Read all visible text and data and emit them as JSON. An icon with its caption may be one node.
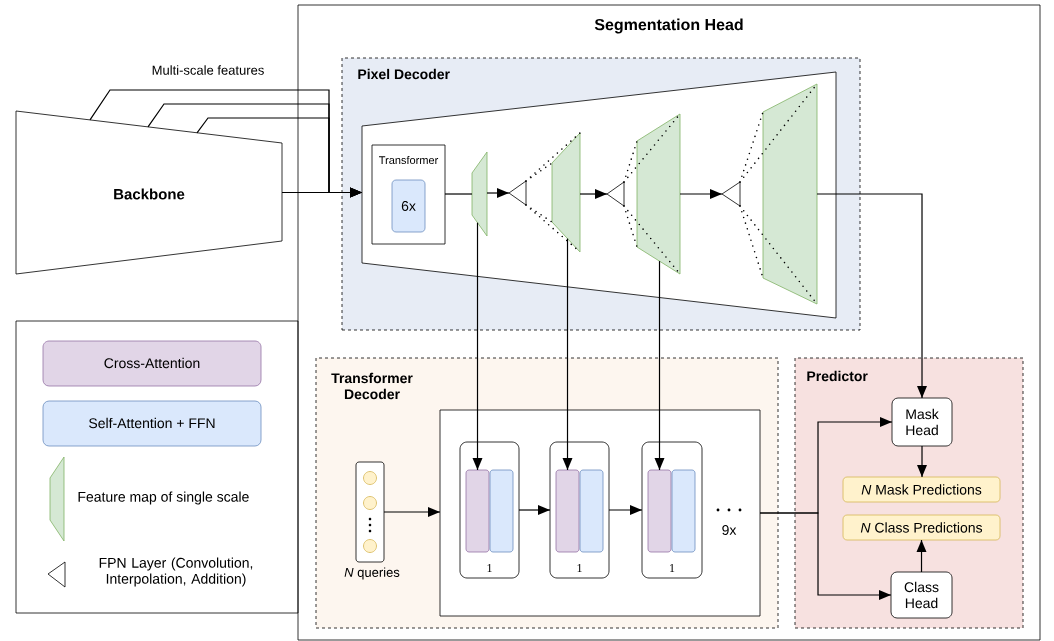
{
  "diagram": {
    "nodes": [
      {
        "text": [
          "Segmentation Head"
        ]
      },
      {
        "text": [
          "Pixel Decoder"
        ],
        "in": 0
      },
      {
        "text": [],
        "shape": "trapezoid",
        "in": 1
      },
      {
        "text": [
          "Transformer"
        ],
        "in": 2
      },
      {
        "text": [
          "6x"
        ],
        "in": 3
      },
      {
        "text": [],
        "shape": "trapezoid",
        "in": 2
      },
      {
        "text": [],
        "shape": "triangle",
        "in": 2
      },
      {
        "text": [],
        "shape": "trapezoid",
        "in": 2
      },
      {
        "text": [],
        "shape": "triangle",
        "in": 2
      },
      {
        "text": [],
        "shape": "trapezoid",
        "in": 2
      },
      {
        "text": [],
        "shape": "triangle",
        "in": 2
      },
      {
        "text": [],
        "shape": "trapezoid",
        "in": 2
      },
      {
        "text": [
          "Transformer Decoder"
        ],
        "in": 0
      },
      {
        "text": [],
        "shape": "box",
        "in": 12,
        "beside": [
          "*N* queries"
        ]
      },
      {
        "text": [],
        "shape": "box",
        "in": 12
      },
      {
        "text": [
          "1"
        ],
        "in": 14
      },
      {
        "text": [],
        "shape": "bar",
        "in": 15
      },
      {
        "text": [],
        "shape": "bar",
        "in": 15
      },
      {
        "text": [
          "1"
        ],
        "in": 14
      },
      {
        "text": [],
        "shape": "bar",
        "in": 18
      },
      {
        "text": [],
        "shape": "bar",
        "in": 18
      },
      {
        "text": [
          "1"
        ],
        "in": 14
      },
      {
        "text": [],
        "shape": "bar",
        "in": 21
      },
      {
        "text": [],
        "shape": "bar",
        "in": 21
      },
      {
        "text": [
          "Predictor"
        ],
        "in": 0
      },
      {
        "text": [
          "Mask Head"
        ],
        "in": 24
      },
      {
        "text": [
          "*N* Mask Predictions"
        ],
        "in": 24
      },
      {
        "text": [
          "*N* Class Predictions"
        ],
        "in": 24
      },
      {
        "text": [
          "Class Head"
        ],
        "in": 24
      },
      {
        "text": [
          "Backbone"
        ]
      }
    ],
    "edges": [
      {
        "from": 29,
        "to": 2,
        "arrow": "to"
      },
      {
        "from": 29,
        "to": 2,
        "arrow": "to"
      },
      {
        "from": 29,
        "to": 2,
        "arrow": "to"
      },
      {
        "from": 29,
        "to": 2,
        "arrow": "to"
      },
      {
        "from": 3,
        "to": 5,
        "arrow": "none"
      },
      {
        "from": 5,
        "to": 6,
        "arrow": "to"
      },
      {
        "from": 7,
        "to": 8,
        "arrow": "to"
      },
      {
        "from": 9,
        "to": 10,
        "arrow": "to"
      },
      {
        "from": 11,
        "to": 25,
        "arrow": "to"
      },
      {
        "from": 5,
        "to": 16,
        "arrow": "to"
      },
      {
        "from": 7,
        "to": 19,
        "arrow": "to"
      },
      {
        "from": 9,
        "to": 22,
        "arrow": "to"
      },
      {
        "from": 13,
        "to": 14,
        "arrow": "to"
      },
      {
        "from": 15,
        "to": 18,
        "arrow": "to"
      },
      {
        "from": 18,
        "to": 21,
        "arrow": "to"
      },
      {
        "from": 14,
        "to": 25,
        "arrow": "to"
      },
      {
        "from": 14,
        "to": 28,
        "arrow": "to"
      },
      {
        "from": 25,
        "to": 26,
        "arrow": "to"
      },
      {
        "from": 28,
        "to": 27,
        "arrow": "to"
      }
    ],
    "labels": [
      "Multi-scale features",
      "9x"
    ],
    "legend": [
      {
        "text": "Cross-Attention",
        "color": "#e1d5e7"
      },
      {
        "text": "Self-Attention + FFN",
        "color": "#dae8fc"
      },
      {
        "text": "Feature map of single scale"
      },
      {
        "text": "FPN Layer (Convolution, Interpolation, Addition)"
      }
    ]
  }
}
